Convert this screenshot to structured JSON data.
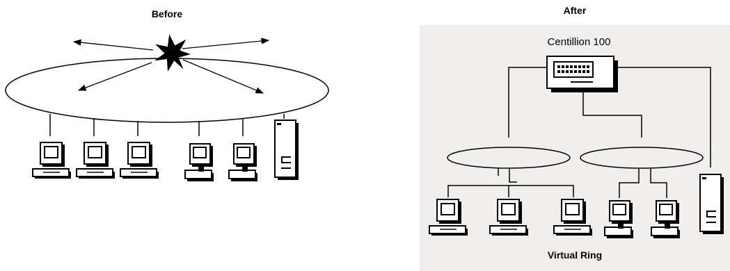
{
  "before": {
    "title": "Before"
  },
  "after": {
    "title": "After",
    "switch_label": "Centillion 100",
    "ring_label": "Virtual Ring",
    "panel_color": "#f0efed"
  },
  "icons": {
    "collision": "starburst-icon",
    "workstation": "computer-icon",
    "server": "server-icon",
    "switch": "switch-icon"
  }
}
